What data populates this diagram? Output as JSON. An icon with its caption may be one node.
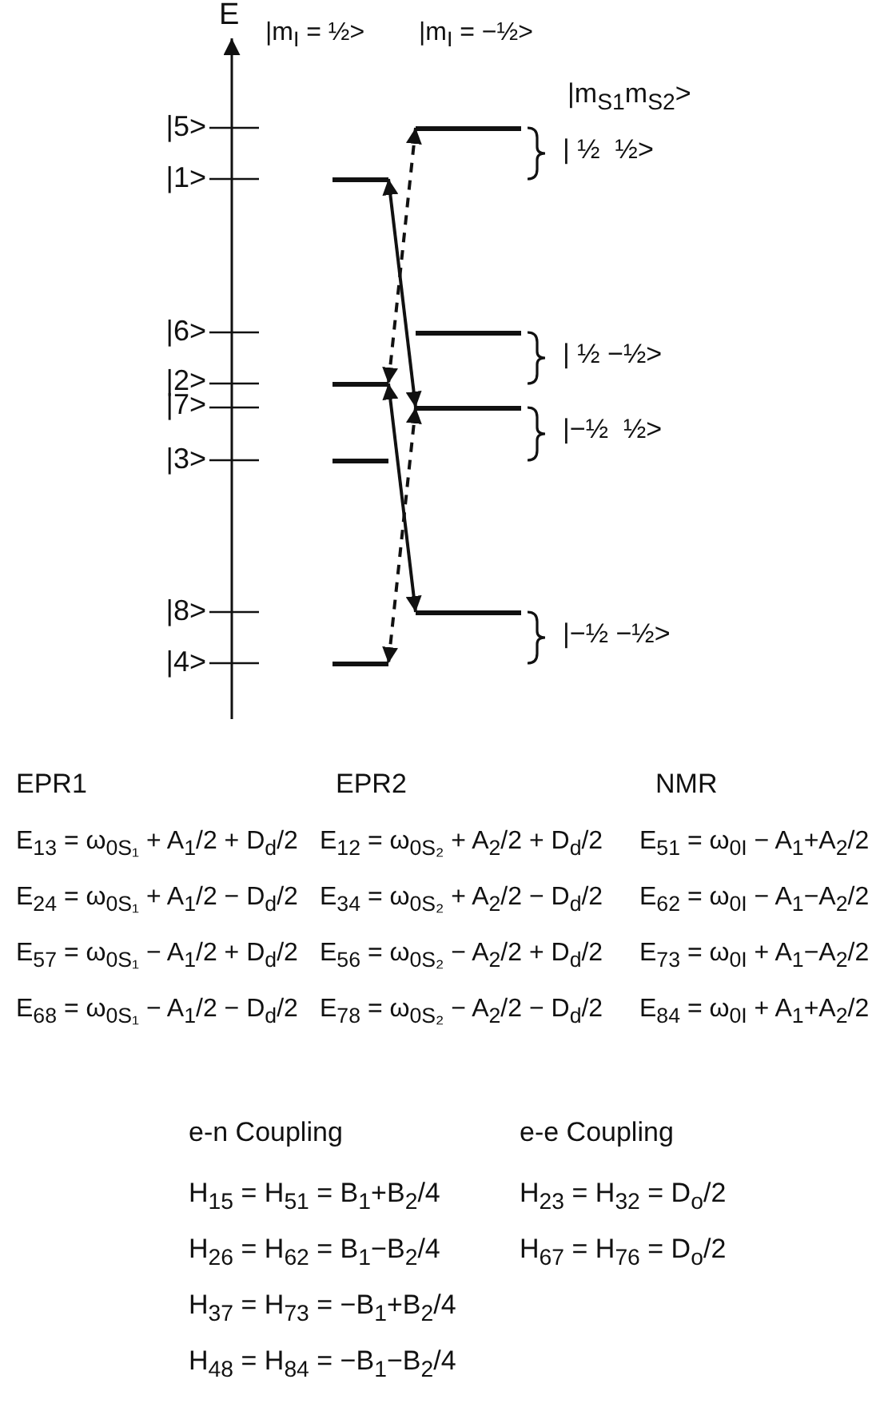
{
  "diagram": {
    "nodes": [
      {
        "text": [],
        "shape": "bar"
      },
      {
        "text": [],
        "shape": "bar"
      },
      {
        "text": [],
        "shape": "bar"
      },
      {
        "text": [],
        "shape": "bar"
      },
      {
        "text": [],
        "shape": "bar"
      },
      {
        "text": [],
        "shape": "bar"
      },
      {
        "text": [],
        "shape": "bar"
      },
      {
        "text": [],
        "shape": "bar"
      }
    ],
    "edges": [
      {
        "from": 1,
        "to": 4,
        "arrow": "both"
      },
      {
        "from": 3,
        "to": 6,
        "arrow": "both"
      },
      {
        "from": 0,
        "to": 3,
        "arrow": "both",
        "style": "dashed"
      },
      {
        "from": 4,
        "to": 7,
        "arrow": "both",
        "style": "dashed"
      }
    ],
    "labels": [
      "E",
      "|m$_{I}$ = ½>",
      "|m$_{I}$ = −½>",
      "|m$_{S1}$m$_{S2}$>",
      "|5>",
      "|1>",
      "| ½  ½>",
      "|6>",
      "| ½ −½>",
      "|2>",
      "|7>",
      "|−½  ½>",
      "|3>",
      "|8>",
      "|−½ −½>",
      "|4>",
      "EPR1",
      "EPR2",
      "NMR",
      "E$_{13}$ = ω$_{0S₁}$ + A$_{1}$/2 + D$_{d}$/2",
      "E$_{12}$ = ω$_{0S₂}$ + A$_{2}$/2 + D$_{d}$/2",
      "E$_{51}$ = ω$_{0I}$ − A$_{1}$+A$_{2}$/2",
      "E$_{24}$ = ω$_{0S₁}$ + A$_{1}$/2 − D$_{d}$/2",
      "E$_{34}$ = ω$_{0S₂}$ + A$_{2}$/2 − D$_{d}$/2",
      "E$_{62}$ = ω$_{0I}$ − A$_{1}$−A$_{2}$/2",
      "E$_{57}$ = ω$_{0S₁}$ − A$_{1}$/2 + D$_{d}$/2",
      "E$_{56}$ = ω$_{0S₂}$ − A$_{2}$/2 + D$_{d}$/2",
      "E$_{73}$ = ω$_{0I}$ + A$_{1}$−A$_{2}$/2",
      "E$_{68}$ = ω$_{0S₁}$ − A$_{1}$/2 − D$_{d}$/2",
      "E$_{78}$ = ω$_{0S₂}$ − A$_{2}$/2 − D$_{d}$/2",
      "E$_{84}$ = ω$_{0I}$ + A$_{1}$+A$_{2}$/2",
      "e-n Coupling",
      "e-e Coupling",
      "H$_{15}$ = H$_{51}$ = B$_{1}$+B$_{2}$/4",
      "H$_{23}$ = H$_{32}$ = D$_{o}$/2",
      "H$_{26}$ = H$_{62}$ = B$_{1}$−B$_{2}$/4",
      "H$_{67}$ = H$_{76}$ = D$_{o}$/2",
      "H$_{37}$ = H$_{73}$ = −B$_{1}$+B$_{2}$/4",
      "H$_{48}$ = H$_{84}$ = −B$_{1}$−B$_{2}$/4"
    ]
  }
}
